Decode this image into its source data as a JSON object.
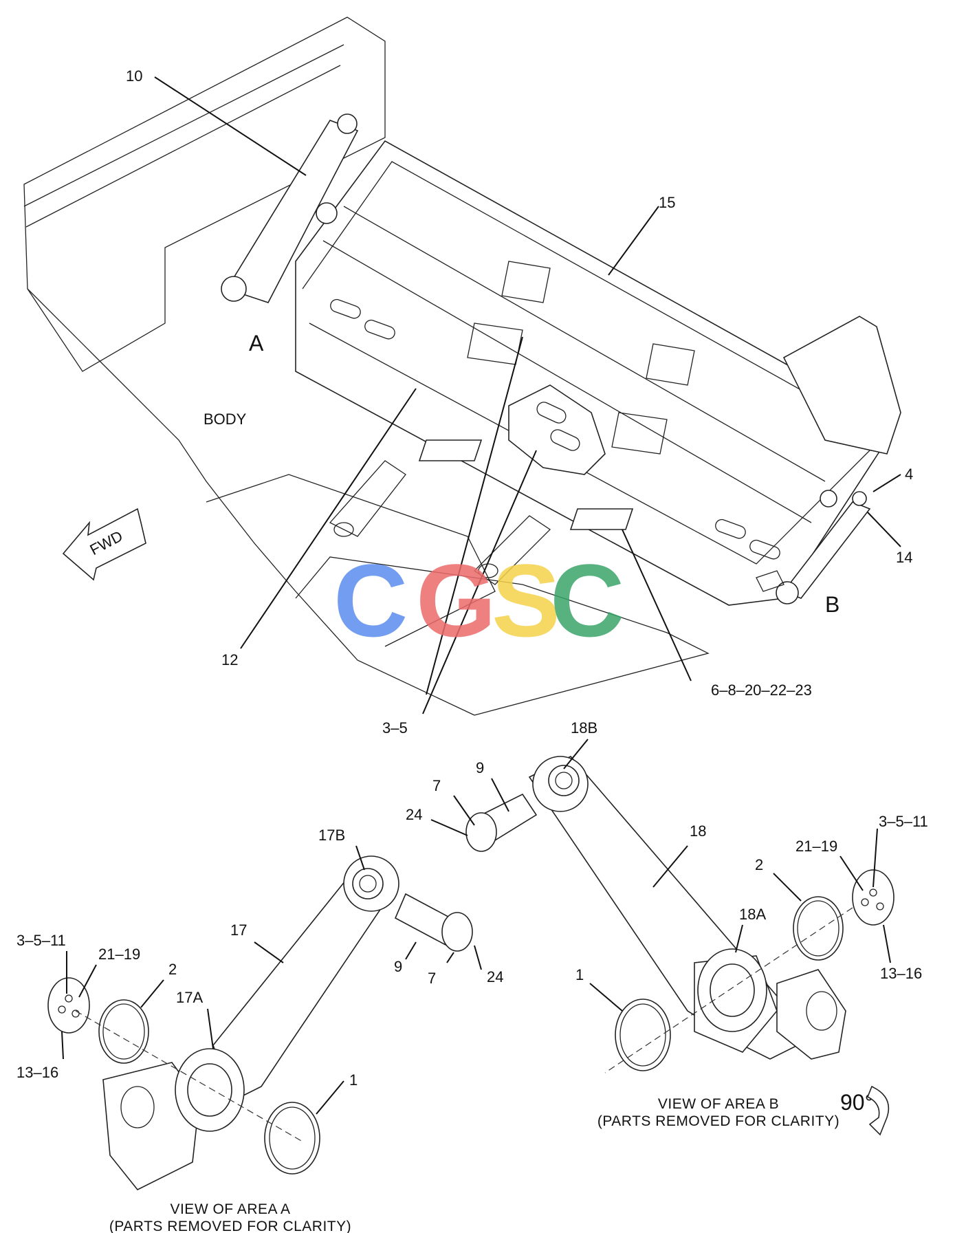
{
  "callouts": {
    "c10": "10",
    "c15": "15",
    "c4": "4",
    "c14": "14",
    "c12": "12",
    "c3_5": "3–5",
    "c6_8_20_22_23": "6–8–20–22–23",
    "c18b": "18B",
    "c9a": "9",
    "c7a": "7",
    "c24a": "24",
    "c18": "18",
    "c3_5_11r": "3–5–11",
    "c21_19r": "21–19",
    "c2r": "2",
    "c18a": "18A",
    "c1r": "1",
    "c13_16r": "13–16",
    "c17b": "17B",
    "c17": "17",
    "c9b": "9",
    "c7b": "7",
    "c24b": "24",
    "c3_5_11l": "3–5–11",
    "c21_19l": "21–19",
    "c2l": "2",
    "c17a": "17A",
    "c13_16l": "13–16",
    "c1l": "1"
  },
  "area_markers": {
    "a": "A",
    "b": "B"
  },
  "body_label": "BODY",
  "fwd_label": "FWD",
  "rotation_label": "90°",
  "view_a": {
    "line1": "VIEW OF AREA  A",
    "line2": "(PARTS REMOVED FOR CLARITY)"
  },
  "view_b": {
    "line1": "VIEW OF AREA  B",
    "line2": "(PARTS REMOVED FOR CLARITY)"
  },
  "watermark": {
    "letters": [
      "C",
      "G",
      "S",
      "C"
    ],
    "colors": [
      "#5b8def",
      "#ec6b6b",
      "#f5d24a",
      "#3aa56b"
    ]
  }
}
